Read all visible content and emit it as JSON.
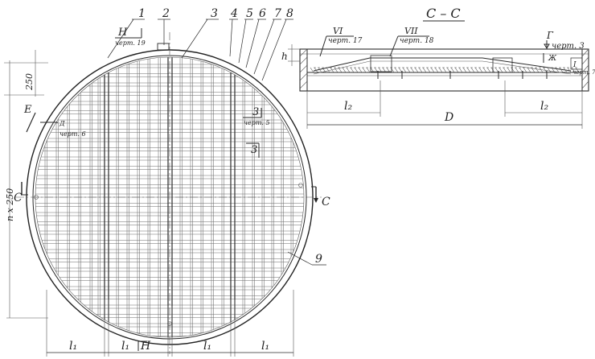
{
  "section_title": "С – С",
  "callouts": [
    "1",
    "2",
    "3",
    "4",
    "5",
    "6",
    "7",
    "8"
  ],
  "callout_9": "9",
  "node_H_top": "Н",
  "node_H_top_ref": "черт. 19",
  "node_E": "Е",
  "node_E_ref": "черт. 6",
  "node_3_a": "3",
  "node_3_a_ref": "черт. 5",
  "node_3_b": "3",
  "node_D_small": "Д",
  "dim_h": "h",
  "dim_250": "250",
  "dim_nx250": "n x 250",
  "cut_C_left": "С",
  "cut_C_right": "С",
  "dim_l1": [
    "l₁",
    "l₁",
    "l₁",
    "l₁"
  ],
  "node_H_bottom": "Н",
  "sec_node_VI": "VI",
  "sec_node_VI_ref": "черт. 17",
  "sec_node_VII": "VII",
  "sec_node_VII_ref": "черт. 18",
  "sec_node_G": "Г",
  "sec_node_G_ref": "черт. 3",
  "sec_node_Zh": "Ж",
  "sec_node_I": "I",
  "sec_node_I_ref": "черт. 7",
  "sec_l2_left": "l₂",
  "sec_l2_right": "l₂",
  "sec_D": "D",
  "colors": {
    "ink": "#2a2a2a",
    "paper": "#ffffff"
  }
}
